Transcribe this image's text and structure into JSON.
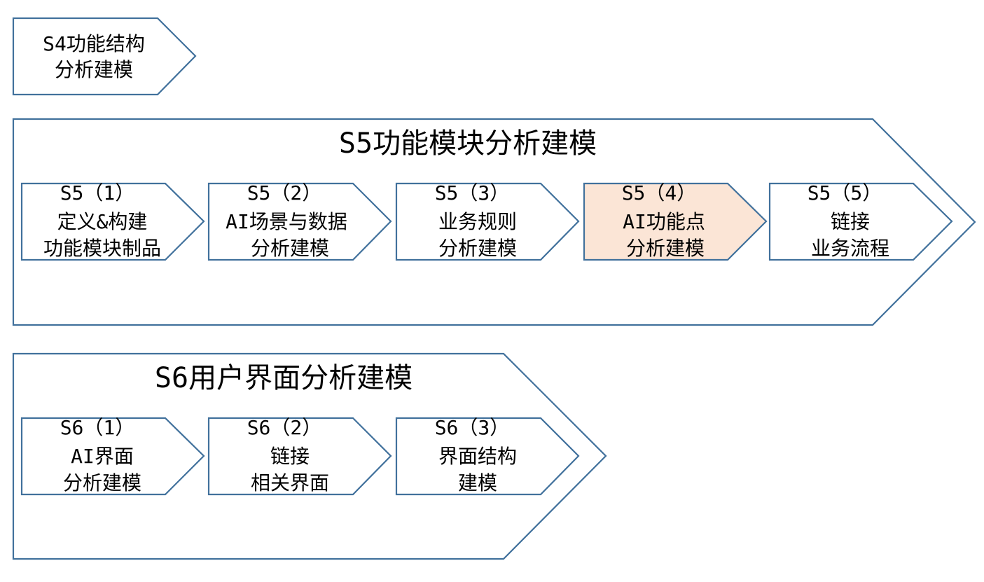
{
  "colors": {
    "stroke": "#41719c",
    "fill": "#ffffff",
    "highlight": "#fbe5d6"
  },
  "s4": {
    "line1": "S4功能结构",
    "line2": "分析建模"
  },
  "s5": {
    "title": "S5功能模块分析建模",
    "steps": [
      {
        "line1": "S5（1）",
        "line2": "定义&构建",
        "line3": "功能模块制品",
        "highlighted": false
      },
      {
        "line1": "S5（2）",
        "line2": "AI场景与数据",
        "line3": "分析建模",
        "highlighted": false
      },
      {
        "line1": "S5（3）",
        "line2": "业务规则",
        "line3": "分析建模",
        "highlighted": false
      },
      {
        "line1": "S5（4）",
        "line2": "AI功能点",
        "line3": "分析建模",
        "highlighted": true
      },
      {
        "line1": "S5（5）",
        "line2": "链接",
        "line3": "业务流程",
        "highlighted": false
      }
    ]
  },
  "s6": {
    "title": "S6用户界面分析建模",
    "steps": [
      {
        "line1": "S6（1）",
        "line2": "AI界面",
        "line3": "分析建模",
        "highlighted": false
      },
      {
        "line1": "S6（2）",
        "line2": "链接",
        "line3": "相关界面",
        "highlighted": false
      },
      {
        "line1": "S6（3）",
        "line2": "界面结构",
        "line3": "建模",
        "highlighted": false
      }
    ]
  }
}
